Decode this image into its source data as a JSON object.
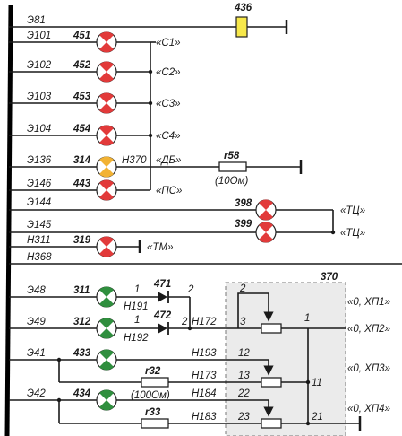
{
  "diagram": {
    "bus_labels": [
      "Э81",
      "Э101",
      "Э102",
      "Э103",
      "Э104",
      "Э136",
      "Э146",
      "Э144",
      "Э145",
      "Н311",
      "Н368",
      "Э48",
      "Э49",
      "Э41",
      "Э42"
    ],
    "lamp_numbers": {
      "l451": "451",
      "l452": "452",
      "l453": "453",
      "l454": "454",
      "l314": "314",
      "l443": "443",
      "l398": "398",
      "l399": "399",
      "l319": "319",
      "l311": "311",
      "l312": "312",
      "l433": "433",
      "l434": "434"
    },
    "block_436": "436",
    "lamp_tags": {
      "c1": "«C1»",
      "c2": "«C2»",
      "c3": "«C3»",
      "c4": "«C4»",
      "db": "«ДБ»",
      "ps": "«ПС»",
      "tc1": "«ТЦ»",
      "tc2": "«ТЦ»",
      "tm": "«ТМ»"
    },
    "resistors": {
      "r58": "r58",
      "r58_value": "(10Ом)",
      "r32": "r32",
      "r32_value": "(100Ом)",
      "r33": "r33"
    },
    "diodes": {
      "d471": "471",
      "d472": "472"
    },
    "wire_labels": {
      "h370": "Н370",
      "h191": "Н191",
      "h192": "Н192",
      "h172": "Н172",
      "h193": "Н193",
      "h173": "Н173",
      "h184": "Н184",
      "h183": "Н183"
    },
    "terminals": {
      "t1": "1",
      "t1b": "1",
      "t2": "2",
      "t2b": "2",
      "t2c": "2",
      "t3": "3",
      "t12": "12",
      "t13": "13",
      "t11": "11",
      "t22": "22",
      "t23": "23",
      "t21": "21",
      "t1c": "1"
    },
    "block_370": "370",
    "outputs": {
      "xp1": "«0, ХП1»",
      "xp2": "«0, ХП2»",
      "xp3": "«0, ХП3»",
      "xp4": "«0, ХП4»"
    },
    "colors": {
      "red_lamp": "#e23a3a",
      "yellow_lamp": "#f2b233",
      "green_lamp": "#2f8f3e",
      "block_fill": "#f7e84a",
      "panel_fill": "#ebebeb"
    }
  }
}
